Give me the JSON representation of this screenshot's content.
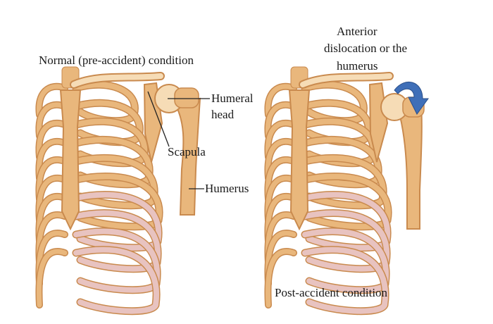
{
  "labels": {
    "normal_title": "Normal (pre-accident) condition",
    "humeral_head_line1": "Humeral",
    "humeral_head_line2": "head",
    "scapula": "Scapula",
    "humerus": "Humerus",
    "anterior_line1": "Anterior",
    "anterior_line2": "dislocation or the",
    "anterior_line3": "humerus",
    "post_title": "Post-accident condition"
  },
  "colors": {
    "bone": "#e9b77c",
    "bone_dark": "#c98a4e",
    "bone_light": "#f6dcb6",
    "cartilage": "#e8c3c0",
    "arrow": "#3f6fb8",
    "leader": "#222222"
  }
}
